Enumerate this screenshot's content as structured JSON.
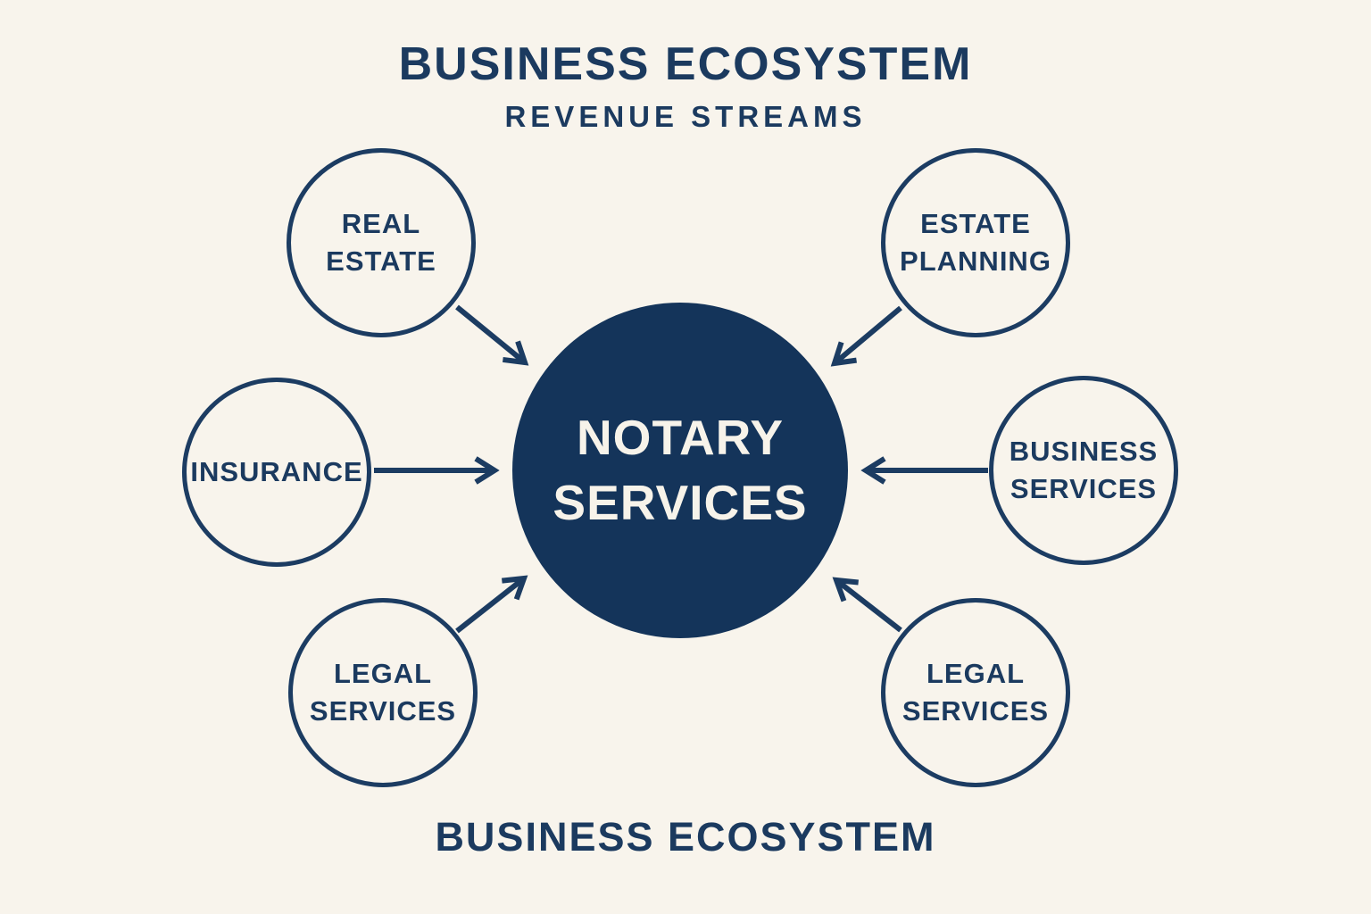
{
  "palette": {
    "background": "#f8f4ec",
    "navy_fill": "#14345a",
    "navy_line": "#1c3c62",
    "label_text": "#1b3a5f",
    "center_text": "#f7f3ea"
  },
  "header": {
    "title": "BUSINESS ECOSYSTEM",
    "subtitle": "REVENUE STREAMS"
  },
  "footer": {
    "title": "BUSINESS ECOSYSTEM"
  },
  "diagram": {
    "type": "hub-and-spoke",
    "center": {
      "id": "notary-services",
      "label": "NOTARY SERVICES"
    },
    "nodes": [
      {
        "id": "real-estate",
        "label": "REAL ESTATE",
        "position": "top-left"
      },
      {
        "id": "estate-planning",
        "label": "ESTATE PLANNING",
        "position": "top-right"
      },
      {
        "id": "insurance",
        "label": "INSURANCE",
        "position": "middle-left"
      },
      {
        "id": "business-services",
        "label": "BUSINESS SERVICES",
        "position": "middle-right"
      },
      {
        "id": "legal-services-left",
        "label": "LEGAL SERVICES",
        "position": "bottom-left"
      },
      {
        "id": "legal-services-right",
        "label": "LEGAL SERVICES",
        "position": "bottom-right"
      }
    ],
    "edges": [
      {
        "from": "real-estate",
        "to": "notary-services"
      },
      {
        "from": "estate-planning",
        "to": "notary-services"
      },
      {
        "from": "insurance",
        "to": "notary-services"
      },
      {
        "from": "business-services",
        "to": "notary-services"
      },
      {
        "from": "legal-services-left",
        "to": "notary-services"
      },
      {
        "from": "legal-services-right",
        "to": "notary-services"
      }
    ]
  }
}
